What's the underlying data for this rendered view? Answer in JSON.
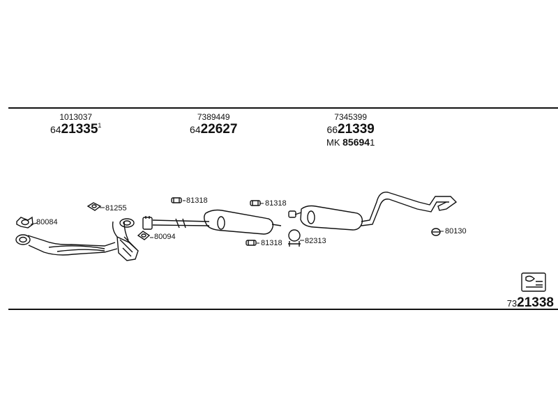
{
  "groups": [
    {
      "oe": "1013037",
      "prefix": "64",
      "number": "21335",
      "sup": "1"
    },
    {
      "oe": "7389449",
      "prefix": "64",
      "number": "22627",
      "sup": ""
    },
    {
      "oe": "7345399",
      "prefix": "66",
      "number": "21339",
      "sup": "",
      "mk_prefix": "MK",
      "mk_number": "85694",
      "mk_sup": "1"
    }
  ],
  "parts": {
    "gasket_a": "80084",
    "gasket_b": "81255",
    "gasket_c": "80094",
    "hanger_a": "81318",
    "hanger_b": "81318",
    "hanger_c": "81318",
    "clamp": "82313",
    "hanger_tail": "80130"
  },
  "reference": {
    "prefix": "73",
    "number": "21338"
  }
}
